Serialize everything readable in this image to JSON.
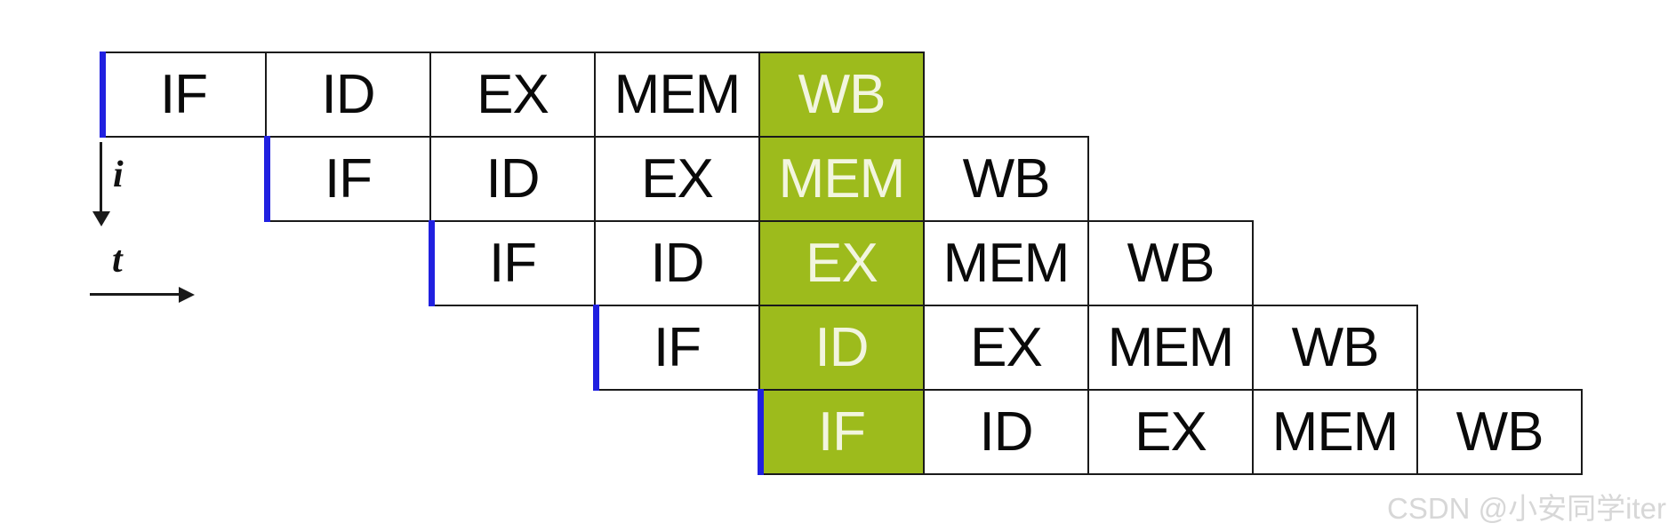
{
  "pipeline": {
    "stage_names": [
      "IF",
      "ID",
      "EX",
      "MEM",
      "WB"
    ],
    "highlighted_time_column": 5,
    "rows": [
      {
        "cells": [
          {
            "label": "IF",
            "highlighted": false
          },
          {
            "label": "ID",
            "highlighted": false
          },
          {
            "label": "EX",
            "highlighted": false
          },
          {
            "label": "MEM",
            "highlighted": false
          },
          {
            "label": "WB",
            "highlighted": true
          }
        ]
      },
      {
        "cells": [
          {
            "label": "IF",
            "highlighted": false
          },
          {
            "label": "ID",
            "highlighted": false
          },
          {
            "label": "EX",
            "highlighted": false
          },
          {
            "label": "MEM",
            "highlighted": true
          },
          {
            "label": "WB",
            "highlighted": false
          }
        ]
      },
      {
        "cells": [
          {
            "label": "IF",
            "highlighted": false
          },
          {
            "label": "ID",
            "highlighted": false
          },
          {
            "label": "EX",
            "highlighted": true
          },
          {
            "label": "MEM",
            "highlighted": false
          },
          {
            "label": "WB",
            "highlighted": false
          }
        ]
      },
      {
        "cells": [
          {
            "label": "IF",
            "highlighted": false
          },
          {
            "label": "ID",
            "highlighted": true
          },
          {
            "label": "EX",
            "highlighted": false
          },
          {
            "label": "MEM",
            "highlighted": false
          },
          {
            "label": "WB",
            "highlighted": false
          }
        ]
      },
      {
        "cells": [
          {
            "label": "IF",
            "highlighted": true
          },
          {
            "label": "ID",
            "highlighted": false
          },
          {
            "label": "EX",
            "highlighted": false
          },
          {
            "label": "MEM",
            "highlighted": false
          },
          {
            "label": "WB",
            "highlighted": false
          }
        ]
      }
    ]
  },
  "axes": {
    "instruction_axis_label": "i",
    "time_axis_label": "t"
  },
  "watermark": {
    "text": "CSDN @小安同学iter"
  },
  "colors": {
    "highlight_green": "#9DBB1C",
    "marker_blue": "#2020E0",
    "grid_border": "#1a1a1a",
    "cell_text": "#0a0a0a",
    "highlight_text": "#F2F5DF",
    "watermark_gray": "#D7D7D7"
  }
}
